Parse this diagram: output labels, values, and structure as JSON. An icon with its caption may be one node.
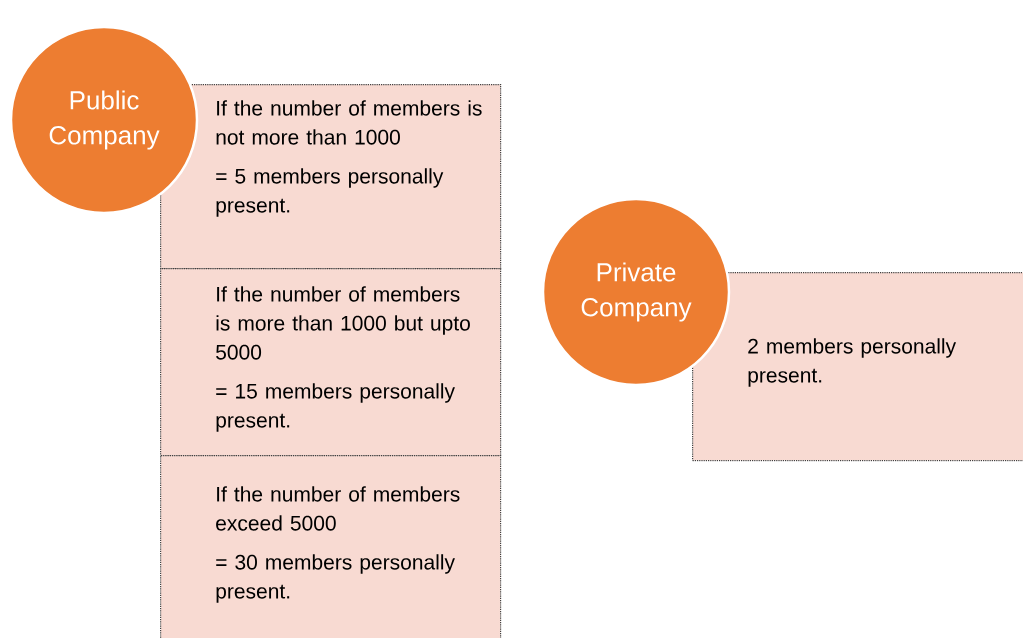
{
  "diagram": {
    "nodes": [
      {
        "text": [
          "Public Company"
        ]
      },
      {
        "text": [
          "If the number of members is not more than 1000",
          "= 5 members personally present."
        ]
      },
      {
        "text": [
          "If the number of members is more than 1000 but upto 5000",
          "= 15 members personally present."
        ]
      },
      {
        "text": [
          "If the number of members exceed 5000",
          "= 30 members personally present."
        ]
      },
      {
        "text": [
          "Private Company"
        ]
      },
      {
        "text": [
          "2 members personally present."
        ]
      }
    ]
  }
}
